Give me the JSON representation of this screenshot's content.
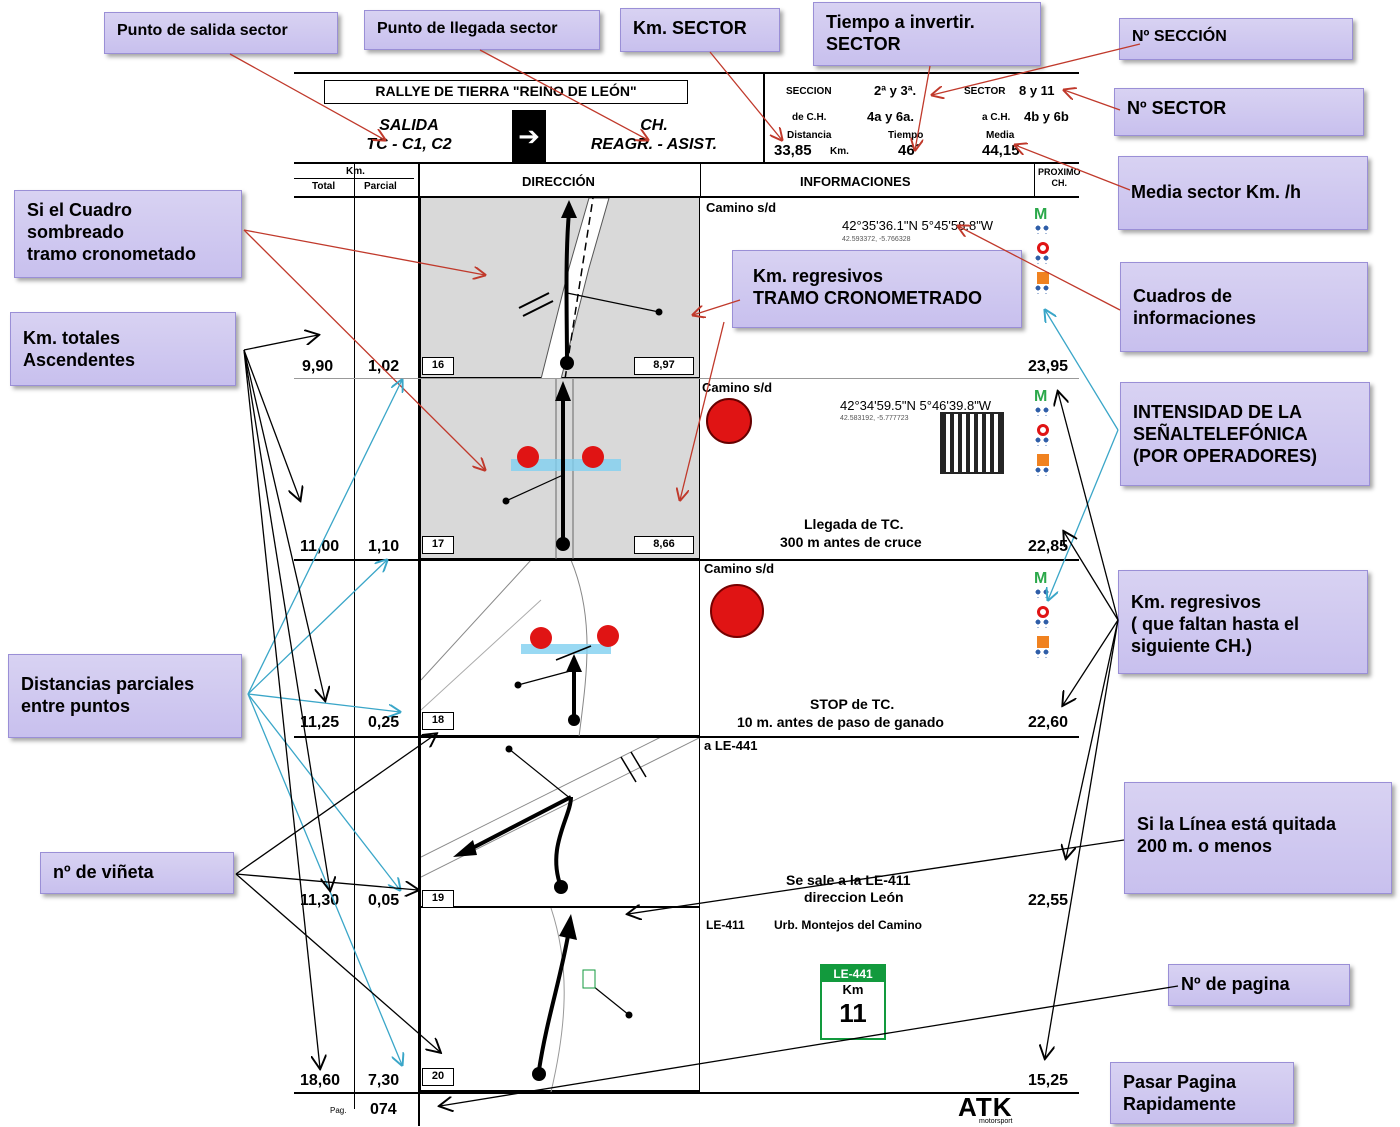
{
  "callouts": {
    "salida": "Punto de salida sector",
    "llegada": "Punto de llegada sector",
    "km_sector": "Km. SECTOR",
    "tiempo": "Tiempo a invertir.\nSECTOR",
    "n_seccion": "Nº SECCIÓN",
    "n_sector": "Nº SECTOR",
    "media": "Media sector Km. /h",
    "sombreado": "Si el Cuadro\nsombreado\ntramo cronometado",
    "km_totales": "Km. totales\nAscendentes",
    "km_regresivos_tc": "Km. regresivos\nTRAMO CRONOMETRADO",
    "cuadros_info": "Cuadros de\ninformaciones",
    "intensidad": "INTENSIDAD DE LA\nSEÑALTELEFÓNICA\n(POR OPERADORES)",
    "parciales": "Distancias parciales\nentre puntos",
    "km_regresivos_ch": "Km. regresivos\n( que faltan hasta el\nsiguiente CH.)",
    "vineta": "nº de viñeta",
    "linea_quitada": "Si la Línea está quitada\n200 m. o menos",
    "pagina": "Nº de pagina",
    "pasar_pagina": "Pasar Pagina\nRapidamente"
  },
  "header": {
    "title": "RALLYE DE TIERRA \"REINO DE LEÓN\"",
    "salida_line1": "SALIDA",
    "salida_line2": "TC - C1, C2",
    "llegada_line1": "CH.",
    "llegada_line2": "REAGR. - ASIST.",
    "seccion_label": "SECCION",
    "seccion_value": "2ª y 3ª.",
    "sector_label": "SECTOR",
    "sector_value": "8 y 11",
    "dech_label": "de C.H.",
    "dech_value": "4a y 6a.",
    "ach_label": "a C.H.",
    "ach_value": "4b y 6b",
    "distancia_label": "Distancia",
    "distancia_value": "33,85",
    "km_unit": "Km.",
    "tiempo_label": "Tiempo",
    "tiempo_value": "46´",
    "media_label": "Media",
    "media_value": "44,15"
  },
  "columns": {
    "km": "Km.",
    "total": "Total",
    "parcial": "Parcial",
    "direccion": "DIRECCIÓN",
    "informaciones": "INFORMACIONES",
    "proximo_ch": "PROXIMO\nCH."
  },
  "rows": [
    {
      "total": "9,90",
      "parcial": "1,02",
      "num": "16",
      "regresivo": "8,97",
      "ch": "23,95",
      "road": "Camino s/d",
      "coords": "42°35'36.1\"N 5°45'58.8\"W",
      "coords_small": "42.593372, -5.766328",
      "note1": "",
      "note2": ""
    },
    {
      "total": "11,00",
      "parcial": "1,10",
      "num": "17",
      "regresivo": "8,66",
      "ch": "22,85",
      "road": "Camino s/d",
      "coords": "42°34'59.5\"N 5°46'39.8\"W",
      "coords_small": "42.583192, -5.777723",
      "note1": "Llegada de TC.",
      "note2": "300 m antes de cruce"
    },
    {
      "total": "11,25",
      "parcial": "0,25",
      "num": "18",
      "regresivo": "",
      "ch": "22,60",
      "road": "Camino s/d",
      "coords": "",
      "coords_small": "",
      "note1": "STOP de TC.",
      "note2": "10 m. antes de paso de ganado"
    },
    {
      "total": "11,30",
      "parcial": "0,05",
      "num": "19",
      "regresivo": "",
      "ch": "22,55",
      "road": "a LE-441",
      "coords": "",
      "coords_small": "",
      "note1": "Se sale a la LE-411",
      "note2": "direccion León"
    },
    {
      "total": "18,60",
      "parcial": "7,30",
      "num": "20",
      "regresivo": "",
      "ch": "15,25",
      "road": "",
      "coords": "",
      "coords_small": "",
      "note1": "",
      "note2": ""
    }
  ],
  "row4_extra": {
    "left": "LE-411",
    "right": "Urb. Montejos del Camino"
  },
  "road_sign": {
    "code": "LE-441",
    "km_label": "Km",
    "km_value": "11"
  },
  "footer": {
    "pag_label": "Pag.",
    "pag_value": "074",
    "logo": "ATK",
    "logo_sub": "motorsport"
  },
  "operators": [
    "movistar-icon",
    "vodafone-icon",
    "orange-icon"
  ],
  "colors": {
    "callout_bg": "#cbc3ef",
    "arrow_red": "#c0392b",
    "arrow_cyan": "#3aa6c8",
    "shade": "#d9d9d9",
    "sign_green": "#129a3d",
    "stop_red": "#e01414"
  }
}
